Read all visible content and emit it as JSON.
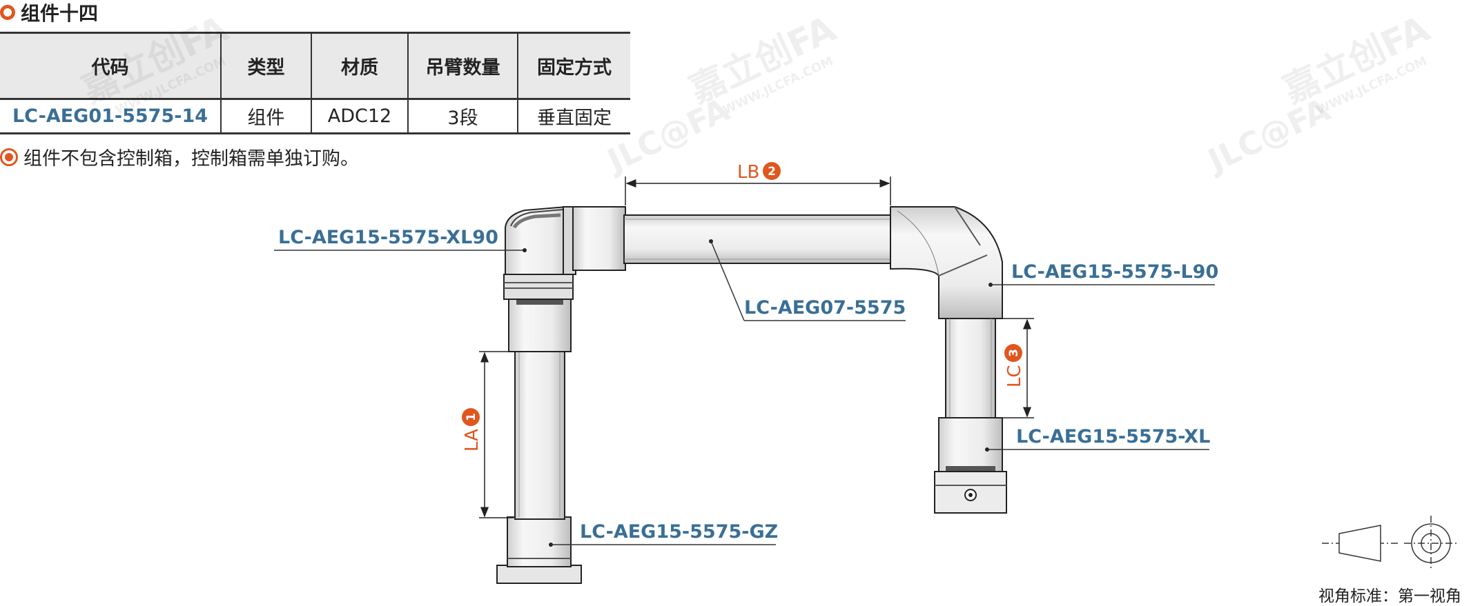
{
  "section": {
    "title": "组件十四"
  },
  "table": {
    "headers": [
      "代码",
      "类型",
      "材质",
      "吊臂数量",
      "固定方式"
    ],
    "rows": [
      {
        "code": "LC-AEG01-5575-14",
        "type": "组件",
        "material": "ADC12",
        "arms": "3段",
        "fixing": "垂直固定"
      }
    ]
  },
  "note": "组件不包含控制箱，控制箱需单独订购。",
  "diagram": {
    "parts": {
      "top_left_elbow": "LC-AEG15-5575-XL90",
      "crossbar": "LC-AEG07-5575",
      "right_elbow": "LC-AEG15-5575-L90",
      "right_connector": "LC-AEG15-5575-XL",
      "base_mount": "LC-AEG15-5575-GZ"
    },
    "dimensions": {
      "la": {
        "text": "LA",
        "num": "1"
      },
      "lb": {
        "text": "LB",
        "num": "2"
      },
      "lc": {
        "text": "LC",
        "num": "3"
      }
    }
  },
  "watermark": {
    "brand": "嘉立创FA",
    "logo": "JLC@FA",
    "url": "WWW.JLCFA.COM"
  },
  "projection": {
    "label": "视角标准：第一视角"
  },
  "colors": {
    "accent": "#e0561e",
    "label_blue": "#3a6f95",
    "line": "#333333",
    "header_bg": "#e9e9e9"
  },
  "icons": [
    "ring-icon",
    "target-icon",
    "dimension-marker-icon",
    "projection-symbol-icon"
  ]
}
